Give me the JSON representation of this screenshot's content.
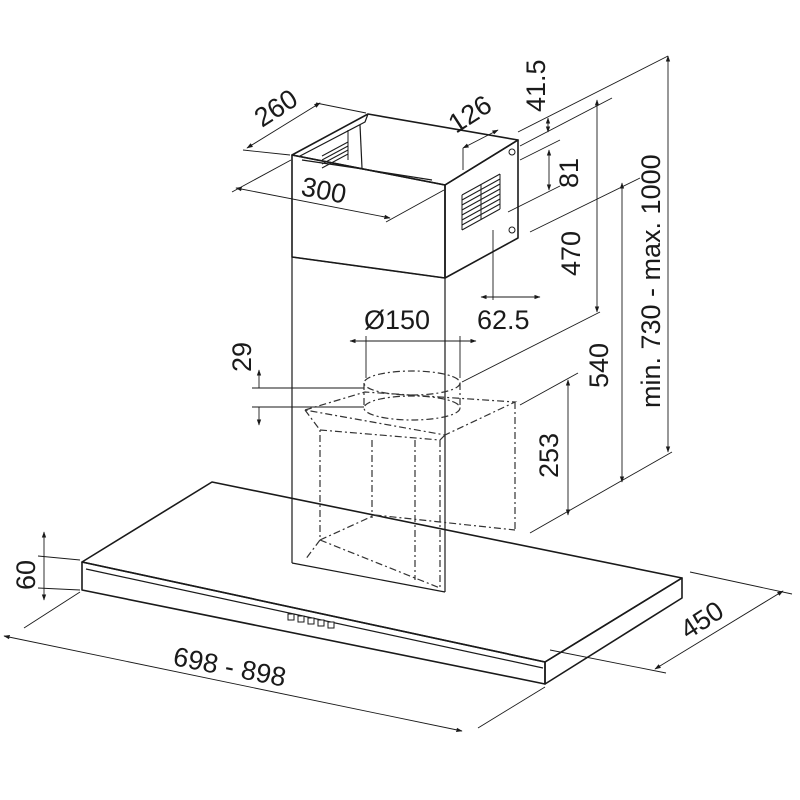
{
  "dimensions": {
    "chimney_depth": "260",
    "chimney_width": "300",
    "outlet_offset": "126",
    "top_gap": "41.5",
    "vent_height": "81",
    "upper_chimney": "470",
    "lower_chimney": "540",
    "total_height": "min. 730 - max. 1000",
    "duct_diameter": "Ø150",
    "side_offset": "62.5",
    "collar_height": "29",
    "motor_height": "253",
    "canopy_thickness": "60",
    "hood_width": "698 - 898",
    "hood_depth": "450"
  },
  "colors": {
    "line": "#1a1a1a",
    "background": "#ffffff"
  }
}
